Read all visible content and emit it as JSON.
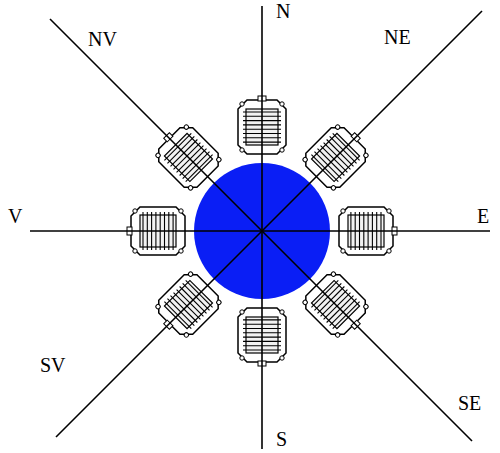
{
  "diagram": {
    "labels": [
      "N",
      "NV",
      "NE",
      "V",
      "E",
      "SV",
      "SE",
      "S"
    ]
  }
}
